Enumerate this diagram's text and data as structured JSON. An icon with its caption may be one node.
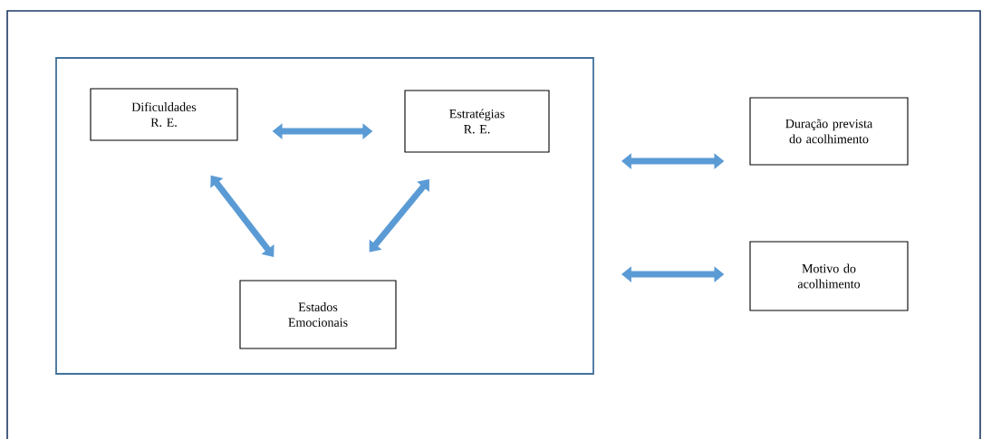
{
  "diagram": {
    "nodes": [
      {
        "text": [],
        "shape": "box"
      },
      {
        "text": [
          "Dificuldades R. E."
        ],
        "in": 0
      },
      {
        "text": [
          "Estratégias R. E."
        ],
        "in": 0
      },
      {
        "text": [
          "Estados Emocionais"
        ],
        "in": 0
      },
      {
        "text": [
          "Duração prevista do acolhimento"
        ]
      },
      {
        "text": [
          "Motivo do acolhimento"
        ]
      }
    ],
    "edges": [
      {
        "from": 1,
        "to": 2,
        "arrow": "both"
      },
      {
        "from": 1,
        "to": 3,
        "arrow": "both"
      },
      {
        "from": 2,
        "to": 3,
        "arrow": "both"
      },
      {
        "from": 0,
        "to": 4,
        "arrow": "both"
      },
      {
        "from": 0,
        "to": 5,
        "arrow": "both"
      }
    ]
  }
}
